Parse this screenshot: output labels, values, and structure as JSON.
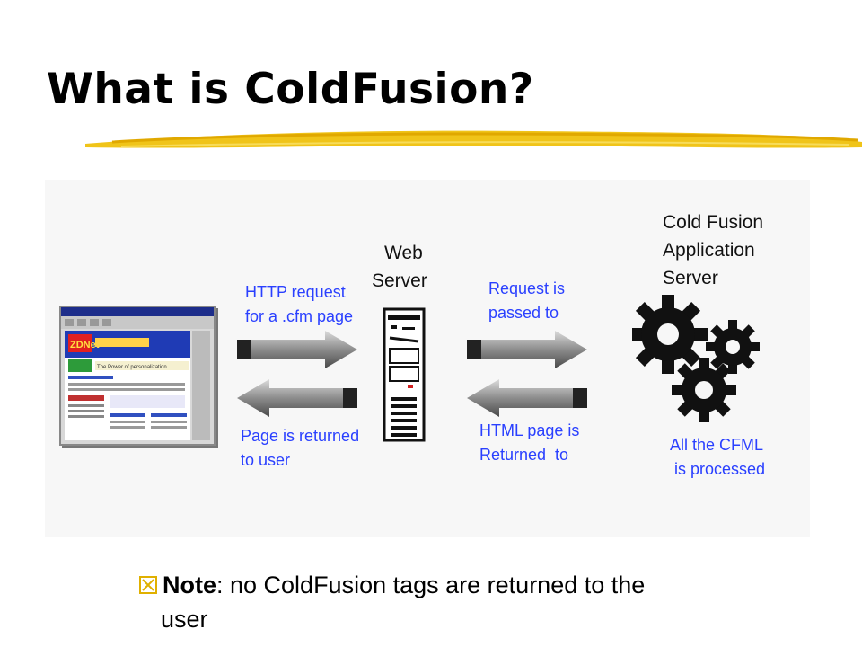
{
  "slide": {
    "title": "What is ColdFusion?",
    "accent_color": "#f0c419"
  },
  "diagram": {
    "web_server_label": [
      "Web",
      "Server"
    ],
    "app_server_label": [
      "Cold Fusion",
      "Application",
      "Server"
    ],
    "http_request_label": [
      "HTTP request",
      "for a .cfm page"
    ],
    "request_passed_label": [
      "Request is",
      "passed to"
    ],
    "page_returned_label": [
      "Page is returned",
      "to user"
    ],
    "html_returned_label": [
      "HTML page is",
      "Returned  to"
    ],
    "processed_label": [
      "All the CFML",
      " is processed"
    ],
    "label_color": "#2a40ff",
    "browser_brand": "ZDNet",
    "browser_banner": "The Power of personalization"
  },
  "note": {
    "bullet_icon": "x-box-icon",
    "keyword": "Note",
    "text_line1": ": no ColdFusion tags are returned to the",
    "text_line2": "user"
  }
}
